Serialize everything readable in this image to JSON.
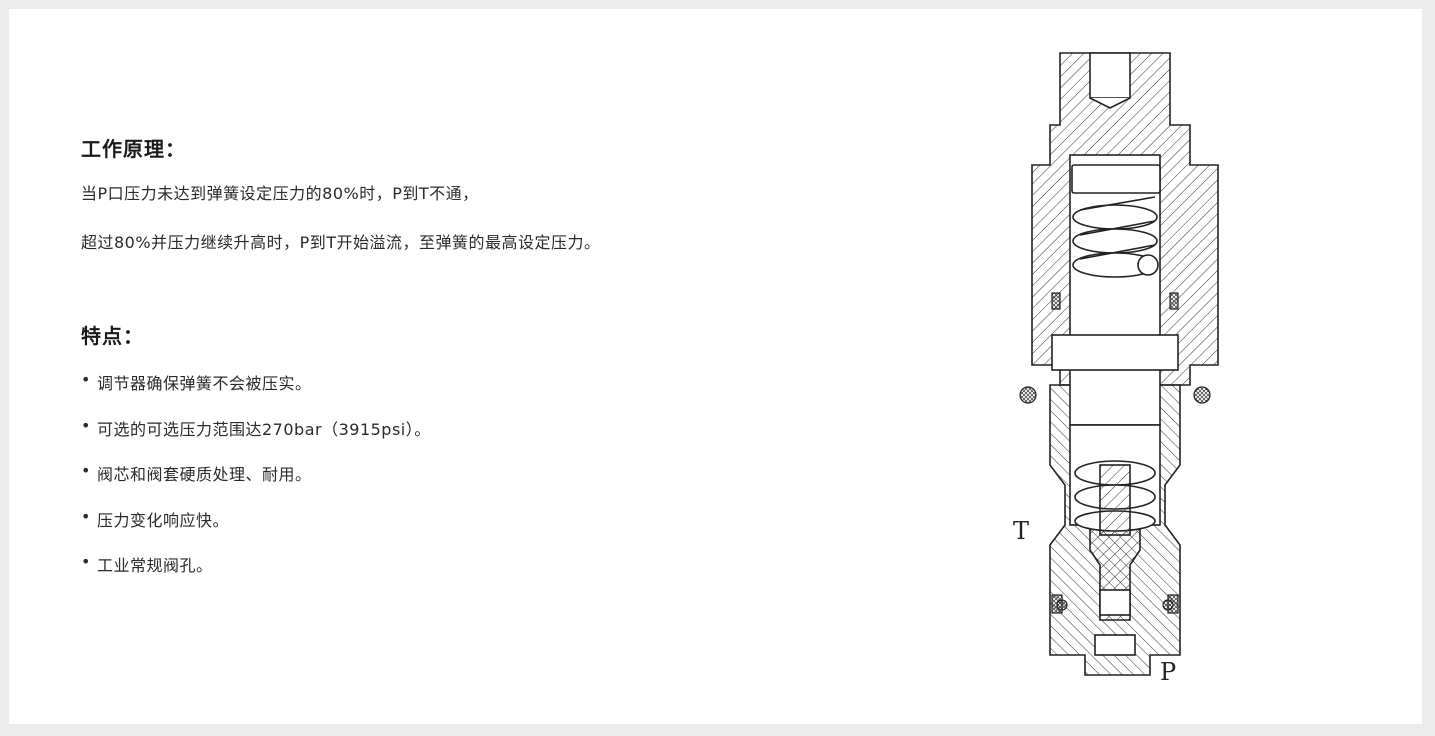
{
  "principle": {
    "heading": "工作原理：",
    "lines": [
      "当P口压力未达到弹簧设定压力的80%时，P到T不通，",
      "超过80%并压力继续升高时，P到T开始溢流，至弹簧的最高设定压力。"
    ]
  },
  "features": {
    "heading": "特点：",
    "bullet_symbol": "•",
    "items": [
      "调节器确保弹簧不会被压实。",
      "可选的可选压力范围达270bar（3915psi）。",
      "阀芯和阀套硬质处理、耐用。",
      "压力变化响应快。",
      "工业常规阀孔。"
    ]
  },
  "diagram": {
    "port_t": "T",
    "port_p": "P"
  }
}
